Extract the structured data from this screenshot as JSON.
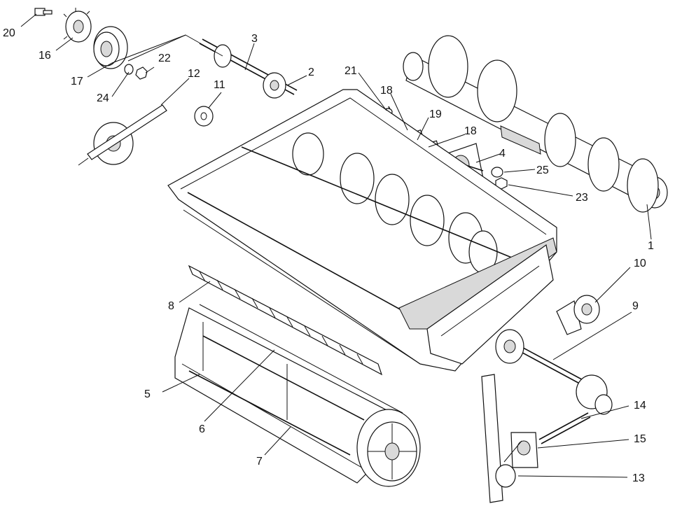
{
  "diagram": {
    "callouts": [
      {
        "id": "c1",
        "text": "1"
      },
      {
        "id": "c2",
        "text": "2"
      },
      {
        "id": "c3",
        "text": "3"
      },
      {
        "id": "c4",
        "text": "4"
      },
      {
        "id": "c5",
        "text": "5"
      },
      {
        "id": "c6",
        "text": "6"
      },
      {
        "id": "c7",
        "text": "7"
      },
      {
        "id": "c8",
        "text": "8"
      },
      {
        "id": "c9",
        "text": "9"
      },
      {
        "id": "c10",
        "text": "10"
      },
      {
        "id": "c11",
        "text": "11"
      },
      {
        "id": "c12",
        "text": "12"
      },
      {
        "id": "c13",
        "text": "13"
      },
      {
        "id": "c14",
        "text": "14"
      },
      {
        "id": "c15",
        "text": "15"
      },
      {
        "id": "c16",
        "text": "16"
      },
      {
        "id": "c17",
        "text": "17"
      },
      {
        "id": "c18a",
        "text": "18"
      },
      {
        "id": "c18b",
        "text": "18"
      },
      {
        "id": "c19",
        "text": "19"
      },
      {
        "id": "c20",
        "text": "20"
      },
      {
        "id": "c21",
        "text": "21"
      },
      {
        "id": "c22",
        "text": "22"
      },
      {
        "id": "c23",
        "text": "23"
      },
      {
        "id": "c24",
        "text": "24"
      },
      {
        "id": "c25",
        "text": "25"
      }
    ]
  }
}
